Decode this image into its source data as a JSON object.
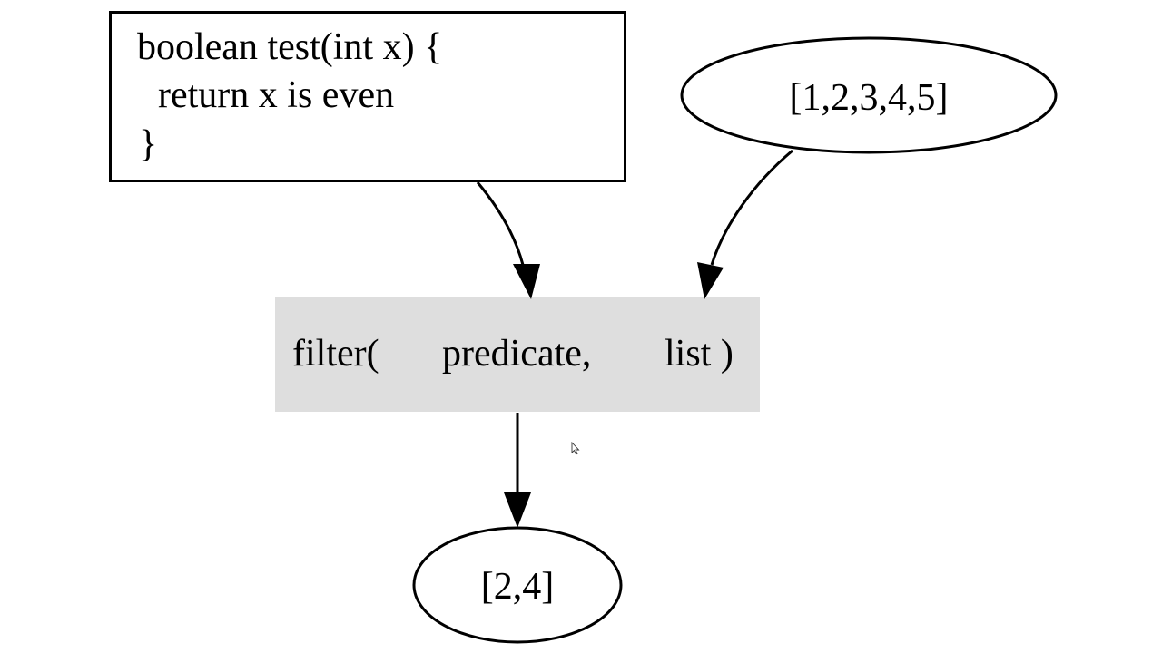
{
  "code_box": {
    "lines": [
      "boolean test(int x) {",
      "return x is even",
      "}"
    ]
  },
  "input_list": "[1,2,3,4,5]",
  "filter_call": {
    "func": "filter(",
    "arg_predicate": "predicate,",
    "arg_list": "list )"
  },
  "output_list": "[2,4]",
  "colors": {
    "filter_box_fill": "#dedede",
    "stroke": "#000000",
    "background": "#ffffff"
  }
}
